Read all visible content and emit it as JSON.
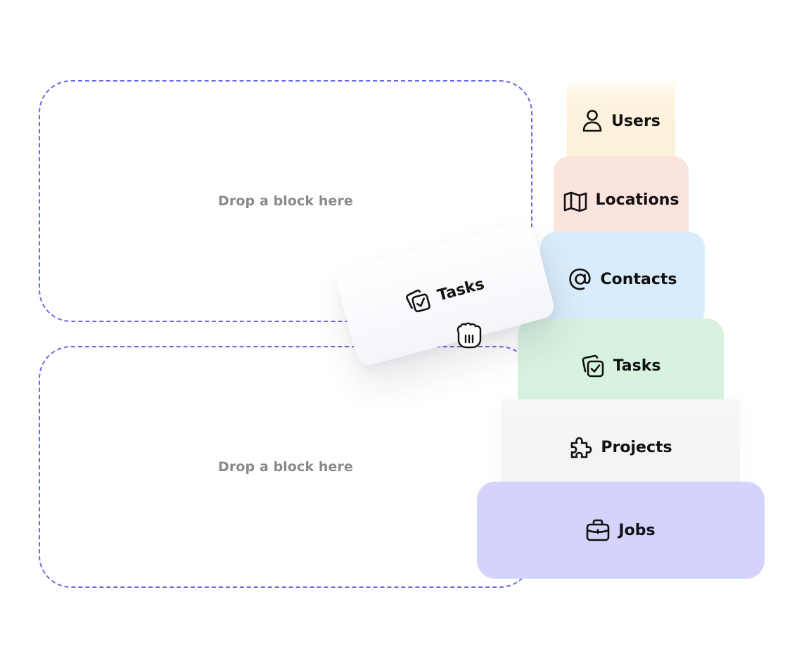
{
  "dropzones": [
    {
      "label": "Drop a block here"
    },
    {
      "label": "Drop a block here"
    }
  ],
  "blocks": [
    {
      "label": "Users",
      "icon": "user-icon",
      "color": "#fcf0d8"
    },
    {
      "label": "Locations",
      "icon": "map-icon",
      "color": "#fbe3de"
    },
    {
      "label": "Contacts",
      "icon": "at-icon",
      "color": "#d9ecfb"
    },
    {
      "label": "Tasks",
      "icon": "tasks-icon",
      "color": "#d8f2e0"
    },
    {
      "label": "Projects",
      "icon": "puzzle-icon",
      "color": "#f4f4f4"
    },
    {
      "label": "Jobs",
      "icon": "briefcase-icon",
      "color": "#d3d3fc"
    }
  ],
  "dragging": {
    "label": "Tasks",
    "icon": "tasks-icon"
  },
  "cursor": {
    "icon": "grab-hand-icon"
  },
  "colors": {
    "dropzone_border": "#6b6ae6",
    "dropzone_text": "#8a8a8a"
  }
}
